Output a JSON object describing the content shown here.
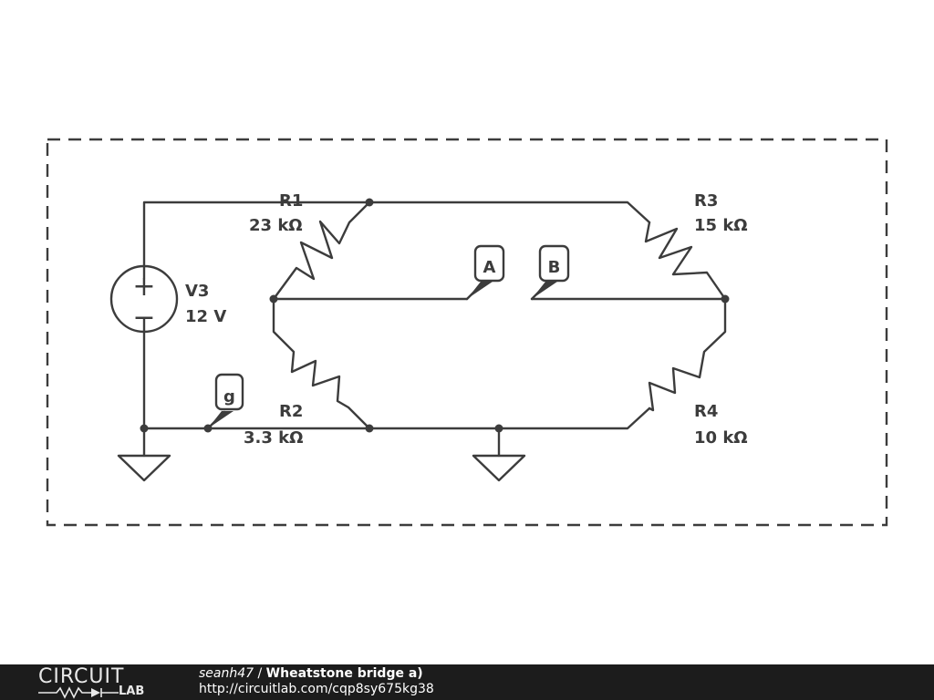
{
  "circuit": {
    "r1": {
      "name": "R1",
      "value": "23 kΩ"
    },
    "r2": {
      "name": "R2",
      "value": "3.3 kΩ"
    },
    "r3": {
      "name": "R3",
      "value": "15 kΩ"
    },
    "r4": {
      "name": "R4",
      "value": "10 kΩ"
    },
    "v3": {
      "name": "V3",
      "value": "12 V"
    },
    "probes": {
      "a": "A",
      "b": "B",
      "g": "g"
    },
    "source_plus": "+",
    "source_minus": "−"
  },
  "footer": {
    "logo_top": "CIRCUIT",
    "logo_bottom": "LAB",
    "author": "seanh47",
    "separator": " / ",
    "title": "Wheatstone bridge a)",
    "url": "http://circuitlab.com/cqp8sy675kg38"
  }
}
